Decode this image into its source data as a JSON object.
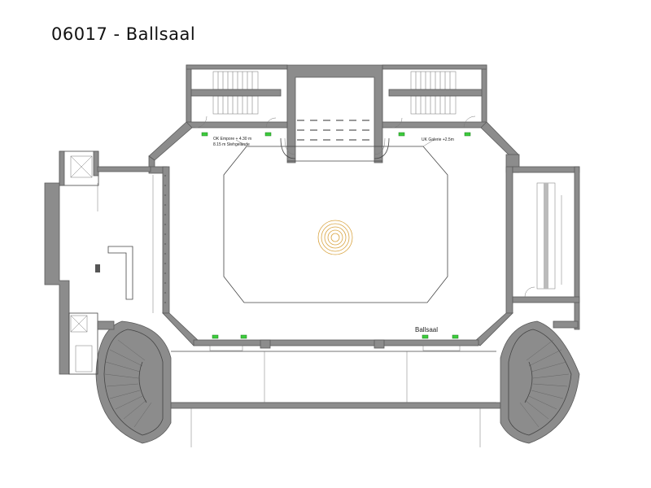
{
  "title": "06017 - Ballsaal",
  "labels": {
    "room_name": "Ballsaal",
    "empore_line1": "OK Empore + 4.30 m",
    "empore_line2": "8.15 m Stehgelände",
    "galerie": "UK Galerie +2.5m"
  },
  "colors": {
    "walls": "#8c8c8c",
    "floor_outline": "#444444",
    "center_medallion": "#d9a441",
    "emergency_exit": "#3dcc3d"
  },
  "symbols": [
    "emergency-exit-sign",
    "spiral-staircase",
    "straight-staircase",
    "door-swing",
    "floor-medallion"
  ]
}
